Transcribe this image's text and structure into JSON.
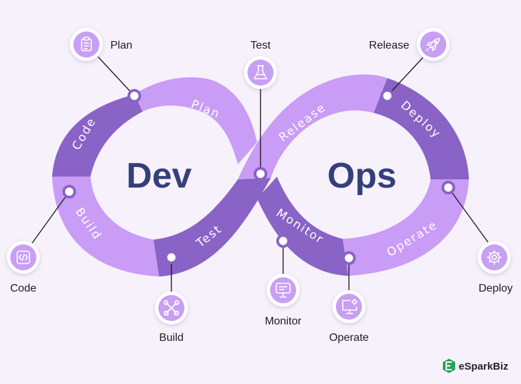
{
  "center": {
    "left_word": "Dev",
    "right_word": "Ops"
  },
  "segments": [
    "Plan",
    "Code",
    "Build",
    "Test",
    "Release",
    "Deploy",
    "Operate",
    "Monitor"
  ],
  "tools": {
    "plan": "Plan",
    "test": "Test",
    "release": "Release",
    "code": "Code",
    "build": "Build",
    "monitor": "Monitor",
    "operate": "Operate",
    "deploy": "Deploy"
  },
  "brand": {
    "name": "eSparkBiz"
  },
  "colors": {
    "dark_purple": "#8a63c6",
    "light_purple": "#c99cf6",
    "icon_purple": "#c79ff3",
    "text_navy": "#34407a",
    "background": "#f7f1fb",
    "logo_green": "#27a35a"
  },
  "icons": [
    "clipboard-icon",
    "flask-icon",
    "rocket-icon",
    "code-icon",
    "tools-icon",
    "monitor-icon",
    "screen-gear-icon",
    "gear-icon"
  ]
}
